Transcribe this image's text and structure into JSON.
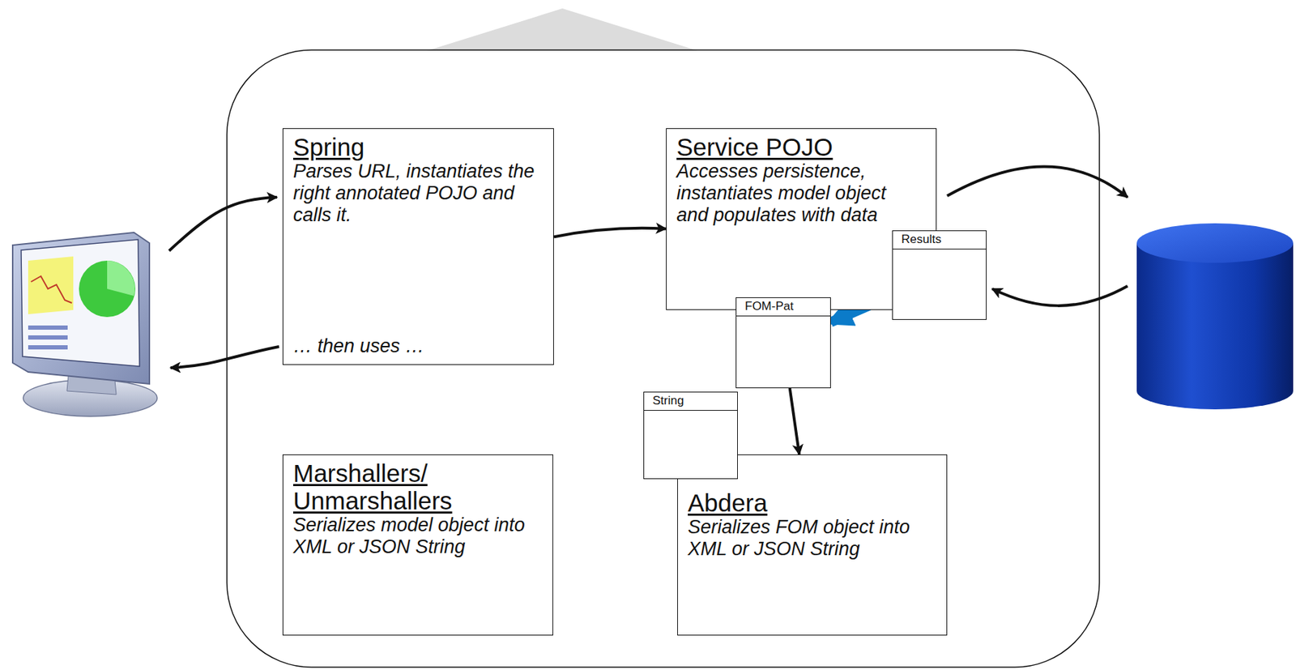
{
  "diagram": {
    "nodes": [
      {
        "text": [
          "Spring",
          "Parses URL, instantiates the right annotated POJO and calls it.",
          "… then uses …"
        ]
      },
      {
        "text": [
          "Service POJO",
          "Accesses persistence, instantiates model object and populates with data"
        ]
      },
      {
        "text": [
          "Results"
        ]
      },
      {
        "text": [
          "FOM-Pat"
        ]
      },
      {
        "text": [
          "String"
        ]
      },
      {
        "text": [
          "Marshallers/ Unmarshallers",
          "Serializes model object into XML or JSON String"
        ]
      },
      {
        "text": [
          "Abdera",
          "Serializes FOM object into XML or JSON String"
        ]
      }
    ],
    "edges": [
      {
        "from": 0,
        "to": 1,
        "arrow": "to"
      },
      {
        "from": 2,
        "to": 3,
        "arrow": "to"
      },
      {
        "from": 3,
        "to": 6,
        "arrow": "to"
      }
    ]
  }
}
